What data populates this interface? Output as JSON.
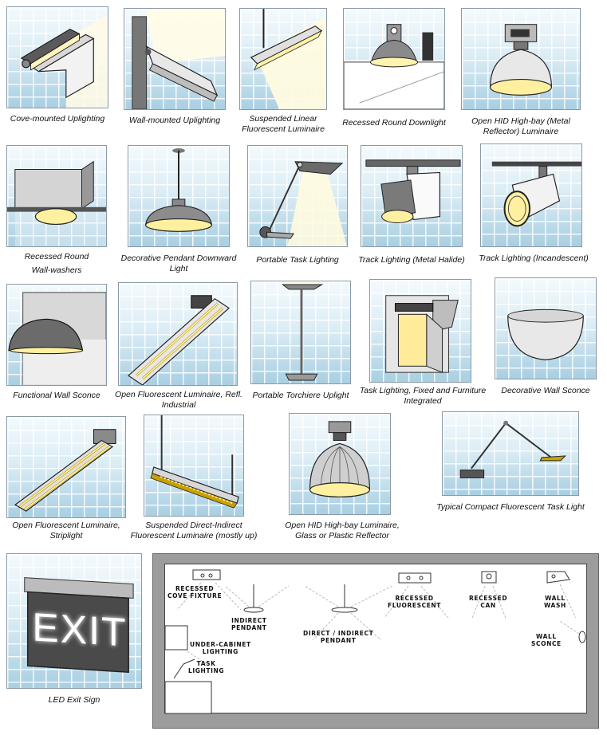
{
  "fixtures": [
    {
      "caption": "Cove-mounted Uplighting"
    },
    {
      "caption": "Wall-mounted Uplighting"
    },
    {
      "caption_line1": "Suspended Linear",
      "caption_line2": "Fluorescent  Luminaire"
    },
    {
      "caption": "Recessed Round Downlight"
    },
    {
      "caption_line1": "Open HID High-bay (Metal",
      "caption_line2": "Reflector) Luminaire"
    },
    {
      "caption_line1": "Recessed Round",
      "caption_line2": "Wall-washers"
    },
    {
      "caption_line1": "Decorative Pendant Downward",
      "caption_line2": "Light"
    },
    {
      "caption": "Portable Task Lighting"
    },
    {
      "caption": "Track Lighting (Metal Halide)"
    },
    {
      "caption": "Track Lighting (Incandescent)"
    },
    {
      "caption": "Functional Wall Sconce"
    },
    {
      "caption_line1": "Open Fluorescent Luminaire, Refl.",
      "caption_line2": "Industrial"
    },
    {
      "caption": "Portable Torchiere Uplight"
    },
    {
      "caption_line1": "Task Lighting, Fixed and Furniture",
      "caption_line2": "Integrated"
    },
    {
      "caption": "Decorative Wall Sconce"
    },
    {
      "caption_line1": "Open Fluorescent Luminaire,",
      "caption_line2": "Striplight"
    },
    {
      "caption_line1": "Suspended Direct-Indirect",
      "caption_line2": "Fluorescent Luminaire (mostly up)"
    },
    {
      "caption_line1": "Open HID High-bay Luminaire,",
      "caption_line2": "Glass or Plastic Reflector"
    },
    {
      "caption": "Typical Compact Fluorescent Task Light"
    },
    {
      "caption": "LED Exit Sign",
      "sign_text": "EXIT"
    }
  ],
  "diagram": {
    "labels": {
      "recessed_cove_1": "RECESSED",
      "recessed_cove_2": "COVE FIXTURE",
      "indirect_pendant_1": "INDIRECT",
      "indirect_pendant_2": "PENDANT",
      "direct_indirect_1": "DIRECT / INDIRECT",
      "direct_indirect_2": "PENDANT",
      "recessed_fluor_1": "RECESSED",
      "recessed_fluor_2": "FLUORESCENT",
      "recessed_can_1": "RECESSED",
      "recessed_can_2": "CAN",
      "wall_wash_1": "WALL",
      "wall_wash_2": "WASH",
      "wall_sconce_1": "WALL",
      "wall_sconce_2": "SCONCE",
      "under_cabinet_1": "UNDER-CABINET",
      "under_cabinet_2": "LIGHTING",
      "task_1": "TASK",
      "task_2": "LIGHTING"
    }
  }
}
